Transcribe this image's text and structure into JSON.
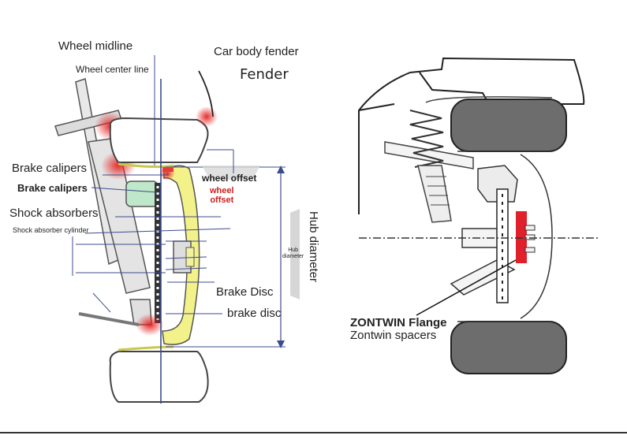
{
  "left_diagram": {
    "labels": {
      "wheel_midline": "Wheel midline",
      "wheel_center_line": "Wheel center line",
      "car_body_fender": "Car body fender",
      "fender": "Fender",
      "brake_calipers_1": "Brake calipers",
      "brake_calipers_2": "Brake calipers",
      "shock_absorbers": "Shock absorbers",
      "shock_absorber_cylinder": "Shock absorber cylinder",
      "wheel_offset_black": "wheel offset",
      "wheel_offset_red": "wheel\noffset",
      "hub_diameter_big": "Hub diameter",
      "hub_diameter_small": "Hub\ndiameter",
      "brake_disc_1": "Brake Disc",
      "brake_disc_2": "brake disc"
    }
  },
  "right_diagram": {
    "labels": {
      "zontwin_flange": "ZONTWIN Flange",
      "zontwin_spacers": "Zontwin spacers"
    }
  },
  "colors": {
    "highlight_red": "#e83a3a",
    "accent_yellow": "#f3f28a",
    "caliper_green": "#bfe7c9",
    "axis_blue": "#3c4b8c",
    "tire_grey": "#6d6d6d",
    "spacer_red": "#e0202a"
  }
}
